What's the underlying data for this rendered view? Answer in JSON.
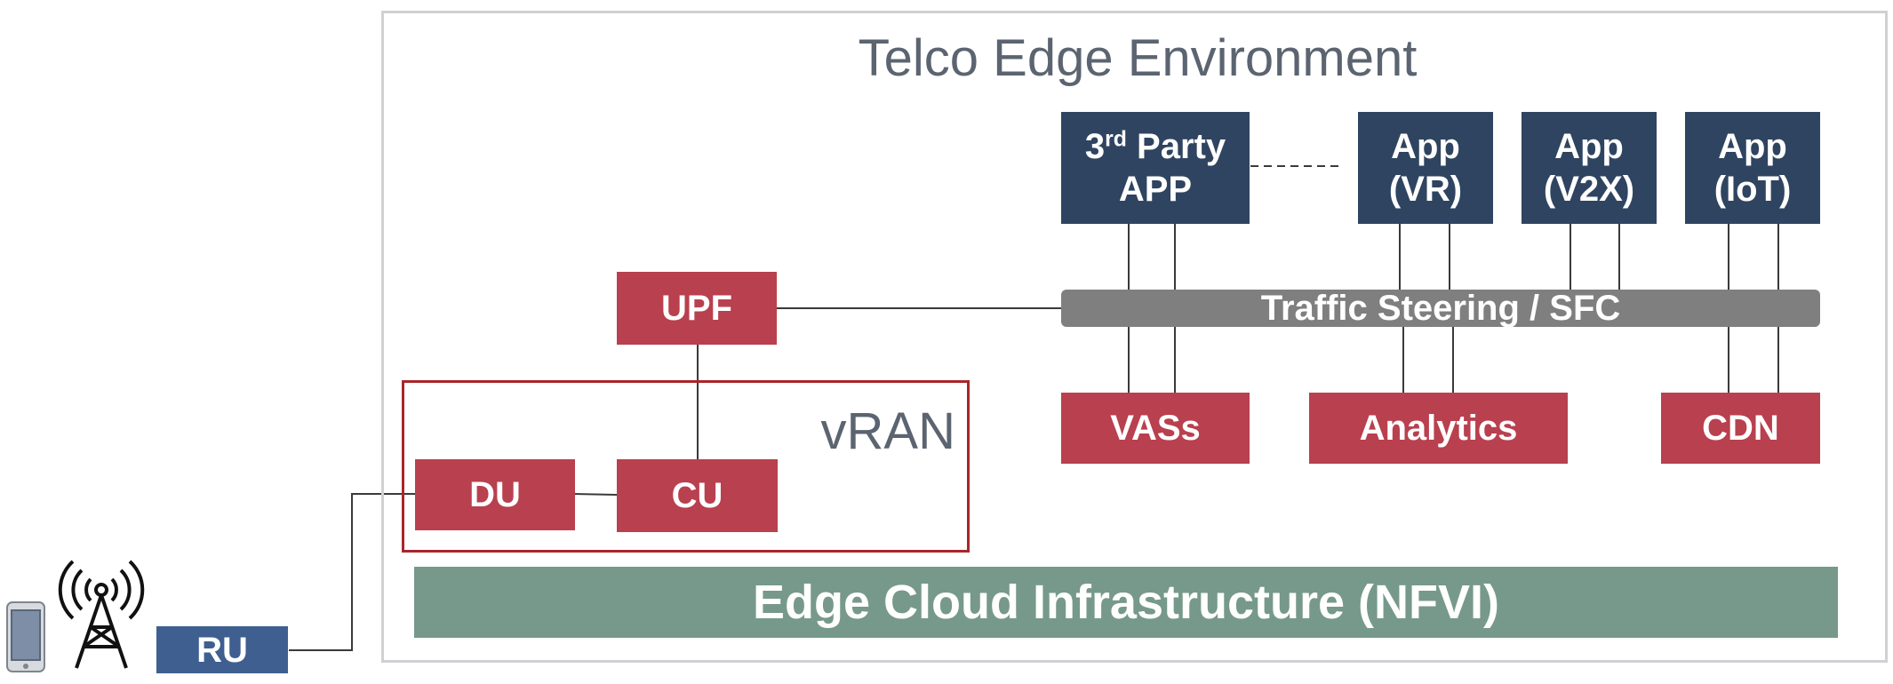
{
  "environment": {
    "title": "Telco Edge Environment"
  },
  "vran": {
    "title": "vRAN"
  },
  "nodes": {
    "upf": "UPF",
    "du": "DU",
    "cu": "CU",
    "ru": "RU"
  },
  "apps": {
    "third_party": {
      "ordinal": "3",
      "superscript": "rd",
      "line1_rest": " Party",
      "line2": "APP"
    },
    "vr": {
      "line1": "App",
      "line2": "(VR)"
    },
    "v2x": {
      "line1": "App",
      "line2": "(V2X)"
    },
    "iot": {
      "line1": "App",
      "line2": "(IoT)"
    }
  },
  "traffic_steering": "Traffic Steering / SFC",
  "services": {
    "vass": "VASs",
    "analytics": "Analytics",
    "cdn": "CDN"
  },
  "infrastructure": "Edge Cloud Infrastructure (NFVI)",
  "colors": {
    "red_node": "#b9404e",
    "navy_app": "#2f4460",
    "gray_bus": "#7f7f7f",
    "green_infra": "#76998b",
    "vran_border": "#a8262a",
    "ru_blue": "#3e5f8f"
  },
  "icons": [
    "mobile-phone-icon",
    "cell-tower-icon"
  ]
}
